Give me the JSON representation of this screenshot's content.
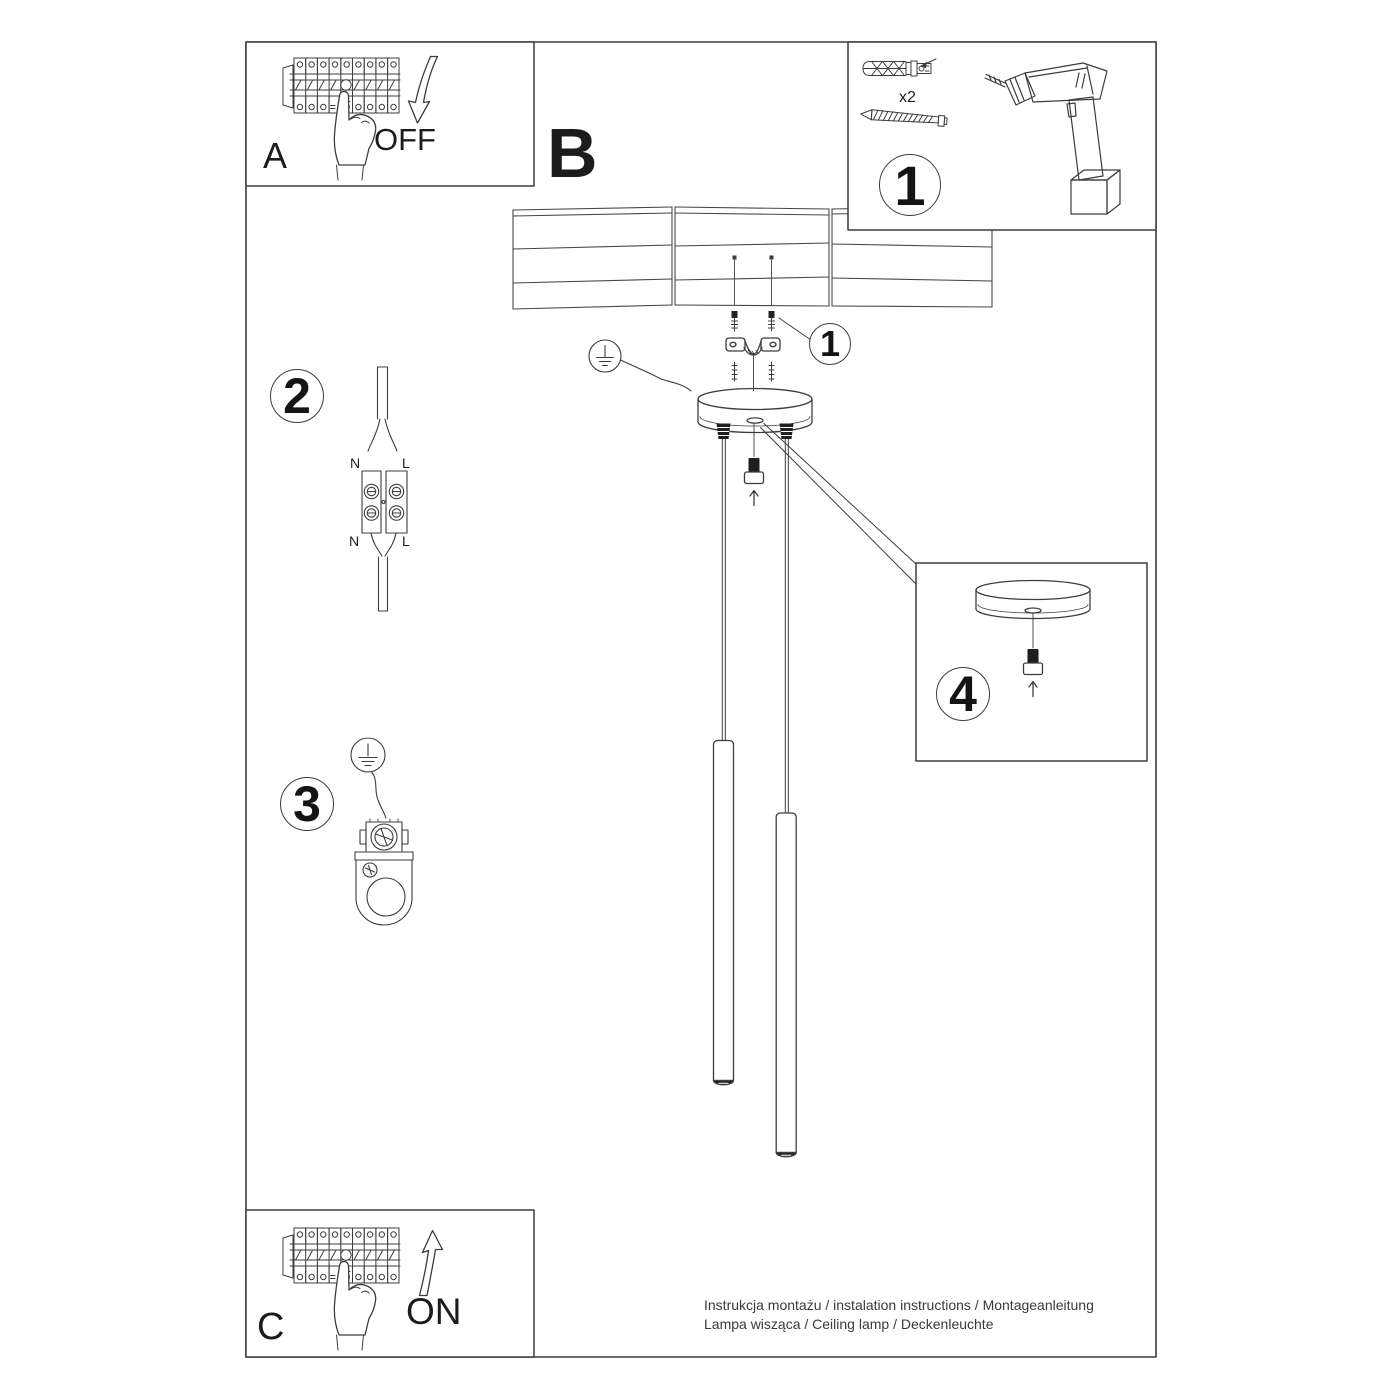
{
  "doc": {
    "step_a": {
      "label": "A",
      "action": "OFF"
    },
    "step_b": {
      "label": "B"
    },
    "step_c": {
      "label": "C",
      "action": "ON"
    },
    "badges": {
      "tools": "1",
      "mount": "1",
      "wiring": "2",
      "ground": "3",
      "detail": "4"
    },
    "tools": {
      "anchor_qty": "x2"
    },
    "wiring": {
      "top_n": "N",
      "top_l": "L",
      "bottom_n": "N",
      "bottom_l": "L"
    },
    "footer": {
      "line1": "Instrukcja montażu / instalation instructions / Montageanleitung",
      "line2": "Lampa wisząca / Ceiling lamp / Deckenleuchte"
    }
  },
  "colors": {
    "line": "#3d3d3d",
    "text": "#1c1c1c",
    "bg": "#ffffff"
  }
}
